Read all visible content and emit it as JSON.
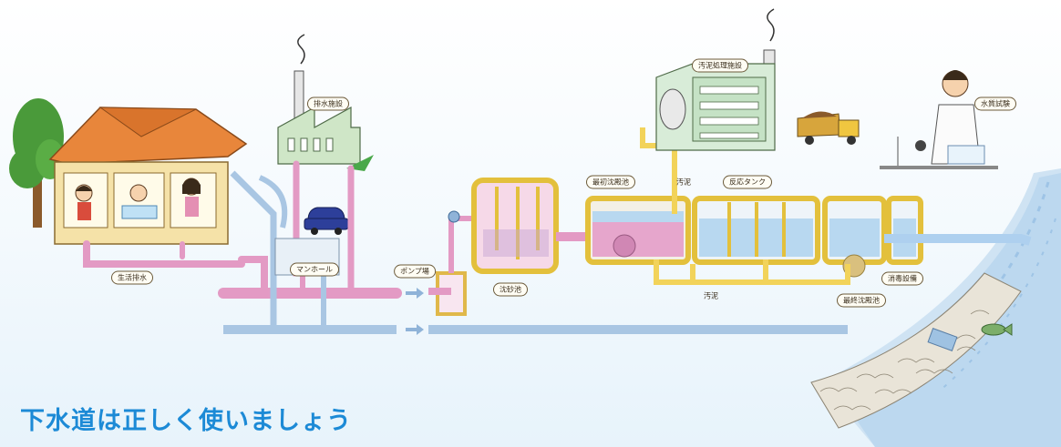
{
  "caption": "下水道は正しく使いましょう",
  "labels": {
    "domestic_wastewater": "生活排水",
    "factory": "排水施設",
    "manhole": "マンホール",
    "pump_station": "ポンプ場",
    "grit_chamber": "沈砂池",
    "primary_settling": "最初沈殿池",
    "sludge_top": "汚泥",
    "reaction_tank": "反応タンク",
    "sludge_treatment": "汚泥処理施設",
    "water_testing": "水質試験",
    "sludge_bottom": "汚泥",
    "final_settling": "最終沈殿池",
    "disinfection": "消毒設備"
  },
  "colors": {
    "sewage": "#e39ac4",
    "rain": "#a9c6e3",
    "sludge": "#f2d35a",
    "treated": "#aed0ef",
    "caption": "#1c8ad6"
  }
}
